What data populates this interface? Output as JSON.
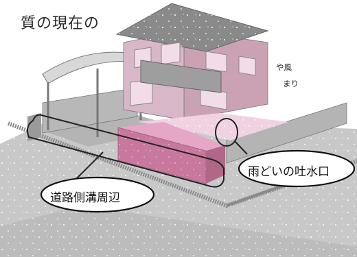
{
  "heading": {
    "text": "質の現在の"
  },
  "body_text": {
    "line1": "や風",
    "line2": "まり"
  },
  "callouts": {
    "downspout_outlet": "雨どいの吐水口",
    "road_gutter_area": "道路側溝周辺"
  },
  "colors": {
    "ground": "#c8c8c8",
    "ground_dark": "#a4a4a4",
    "house_wall": "#d8b8c8",
    "roof": "#8a8a8a",
    "wall_block": "#9a9a9a",
    "highlight_pink": "#e6a6c6",
    "highlight_wall": "#c8789c"
  }
}
